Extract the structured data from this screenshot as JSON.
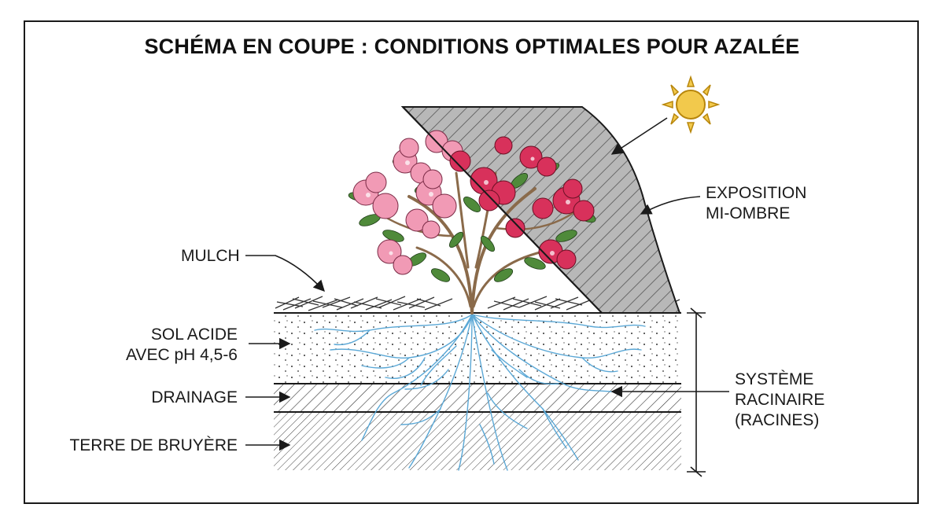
{
  "title": "SCHÉMA EN COUPE : CONDITIONS OPTIMALES POUR AZALÉE",
  "labels": {
    "mulch": "MULCH",
    "sol_acide_1": "SOL ACIDE",
    "sol_acide_2": "AVEC pH 4,5-6",
    "drainage": "DRAINAGE",
    "terre": "TERRE DE BRUYÈRE",
    "exposition_1": "EXPOSITION",
    "exposition_2": "MI-OMBRE",
    "systeme_1": "SYSTÈME",
    "systeme_2": "RACINAIRE",
    "systeme_3": "(RACINES)"
  },
  "colors": {
    "ink": "#1a1a1a",
    "shade": "#b5b5b5",
    "sun": "#f2c94c",
    "roots": "#5ba8d6",
    "trunk": "#8a6a4a",
    "leaf": "#4f8a3a",
    "flower_pink": "#f19ab5",
    "flower_red": "#d8315b"
  }
}
